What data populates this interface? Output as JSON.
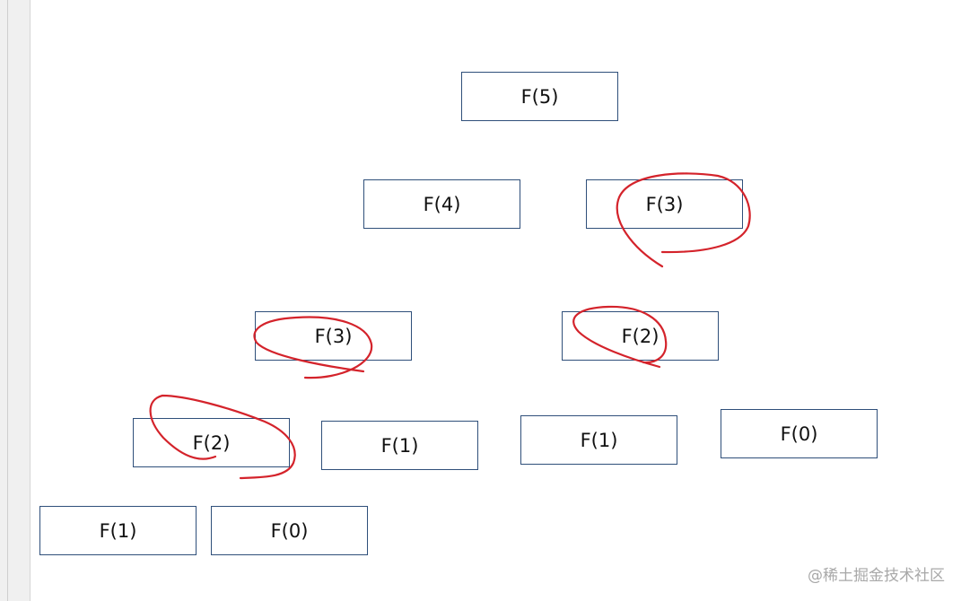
{
  "diagram": {
    "nodes": [
      {
        "id": "f5",
        "label": "F(5)"
      },
      {
        "id": "f4",
        "label": "F(4)"
      },
      {
        "id": "f3_right",
        "label": "F(3)"
      },
      {
        "id": "f3_left",
        "label": "F(3)"
      },
      {
        "id": "f2_right",
        "label": "F(2)"
      },
      {
        "id": "f2_left",
        "label": "F(2)"
      },
      {
        "id": "f1_a",
        "label": "F(1)"
      },
      {
        "id": "f1_b",
        "label": "F(1)"
      },
      {
        "id": "f0_a",
        "label": "F(0)"
      },
      {
        "id": "f1_c",
        "label": "F(1)"
      },
      {
        "id": "f0_b",
        "label": "F(0)"
      }
    ],
    "annotation_color": "#d4232b",
    "node_border_color": "#2f4f7a"
  },
  "watermark": "@稀土掘金技术社区"
}
